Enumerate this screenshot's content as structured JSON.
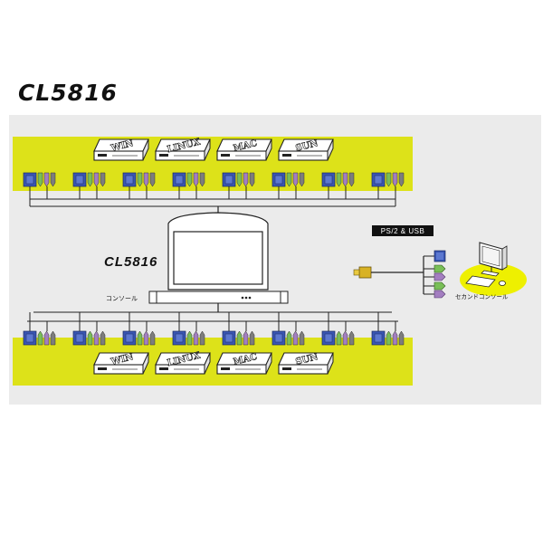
{
  "title": "CL5816",
  "device_label": "CL5816",
  "console_label": "コンソール",
  "second_console_label": "セカンドコンソール",
  "interface_badge": "PS/2 & USB",
  "os_labels": [
    "WIN",
    "LINUX",
    "MAC",
    "SUN"
  ],
  "colors": {
    "panel": "#ebebeb",
    "band": "#dde219",
    "vga_blue": "#3a56b4",
    "ps2_green": "#79bf57",
    "ps2_purple": "#a37ec0",
    "usb_gray": "#7d7d7d",
    "yellow_disc": "#eef000",
    "adapter_gold": "#d8b225"
  },
  "icons": [
    "server-icon",
    "vga-connector-icon",
    "ps2-connector-icon",
    "lcd-console-icon",
    "monitor-icon",
    "keyboard-icon",
    "mouse-icon",
    "adapter-icon"
  ]
}
